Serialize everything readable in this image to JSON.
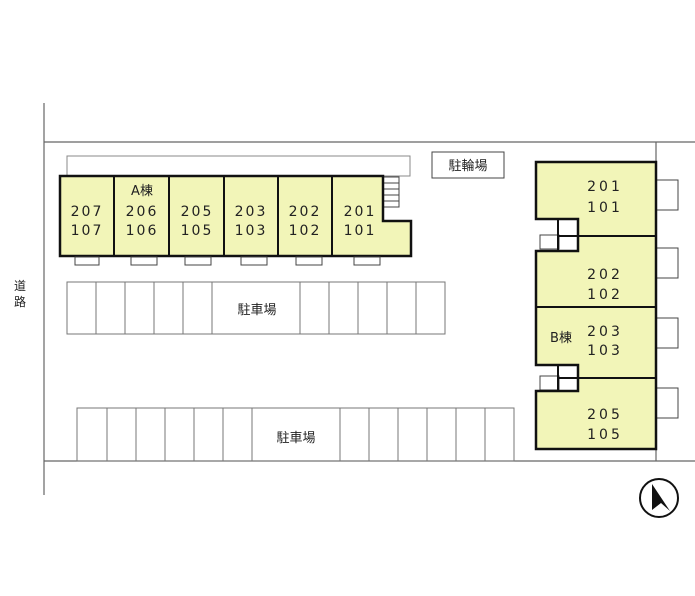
{
  "road_label": [
    "道",
    "路"
  ],
  "bicycle_parking_label": "駐輪場",
  "parking_label_upper": "駐車場",
  "parking_label_lower": "駐車場",
  "building_a": {
    "name": "A棟",
    "units": [
      {
        "upper": "207",
        "lower": "107"
      },
      {
        "upper": "206",
        "lower": "106"
      },
      {
        "upper": "205",
        "lower": "105"
      },
      {
        "upper": "203",
        "lower": "103"
      },
      {
        "upper": "202",
        "lower": "102"
      },
      {
        "upper": "201",
        "lower": "101"
      }
    ]
  },
  "building_b": {
    "name": "B棟",
    "units": [
      {
        "upper": "201",
        "lower": "101"
      },
      {
        "upper": "202",
        "lower": "102"
      },
      {
        "upper": "203",
        "lower": "103"
      },
      {
        "upper": "205",
        "lower": "105"
      }
    ]
  },
  "colors": {
    "building_fill": "#f2f5b8",
    "outline": "#111111",
    "line": "#777777"
  },
  "icons": {
    "north": "north-arrow-icon"
  }
}
